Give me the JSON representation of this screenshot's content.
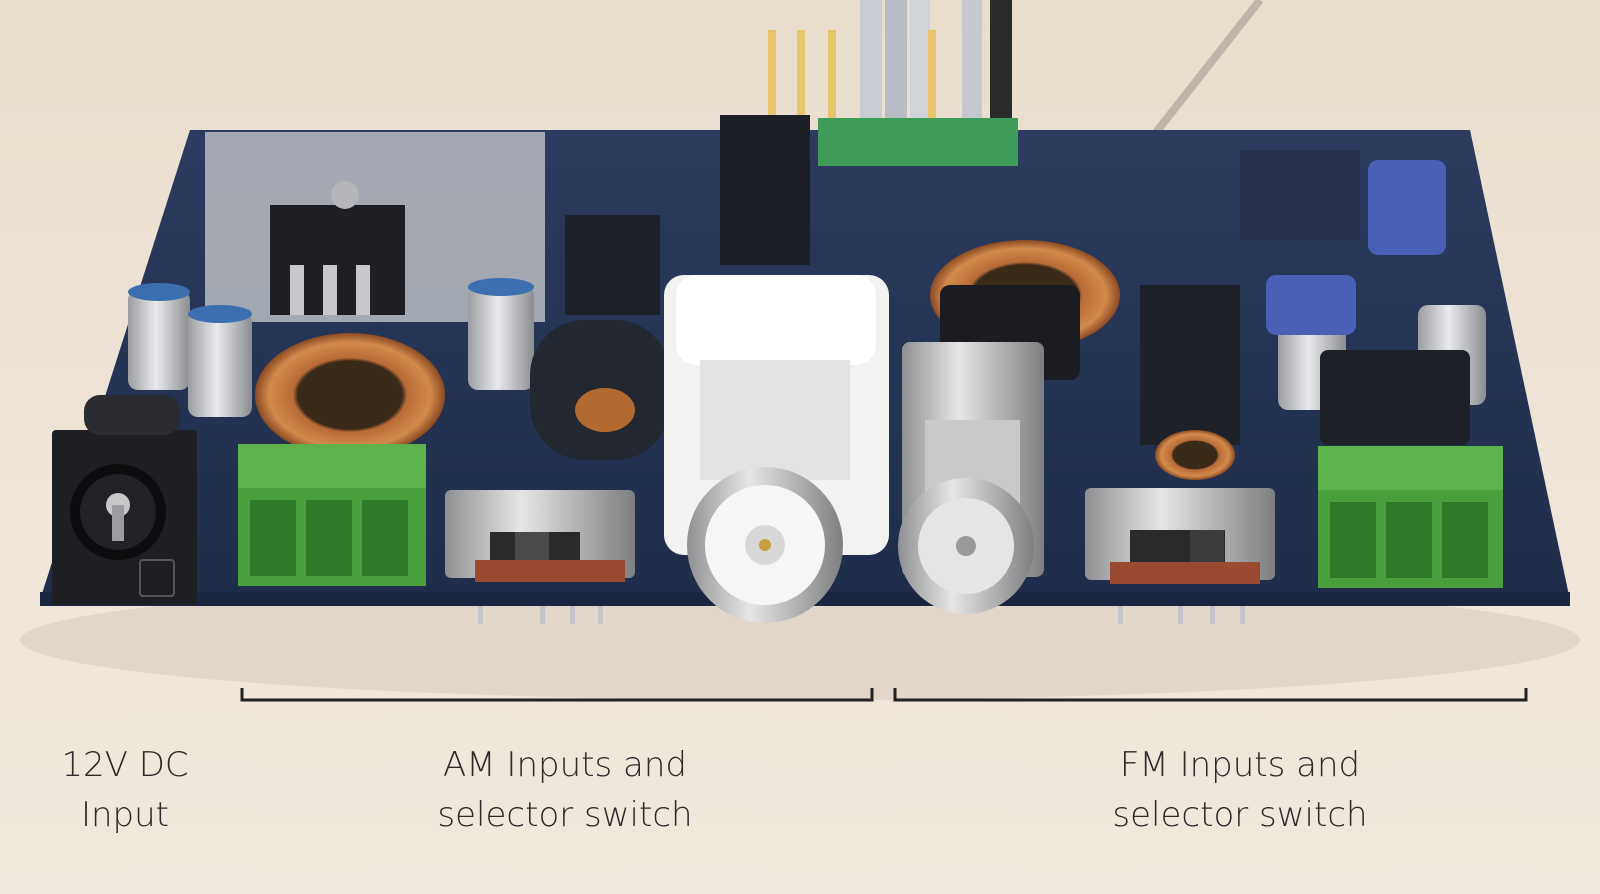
{
  "labels": {
    "dc_input": [
      "12V DC",
      "Input"
    ],
    "am_inputs": [
      "AM Inputs and",
      "selector switch"
    ],
    "fm_inputs": [
      "FM Inputs and",
      "selector switch"
    ]
  },
  "colors": {
    "background": "#efe4d6",
    "pcb": "#2b3f66",
    "terminal_block": "#4a9a3c",
    "bnc_housing": "#f2f2f0",
    "bracket": "#222222"
  }
}
